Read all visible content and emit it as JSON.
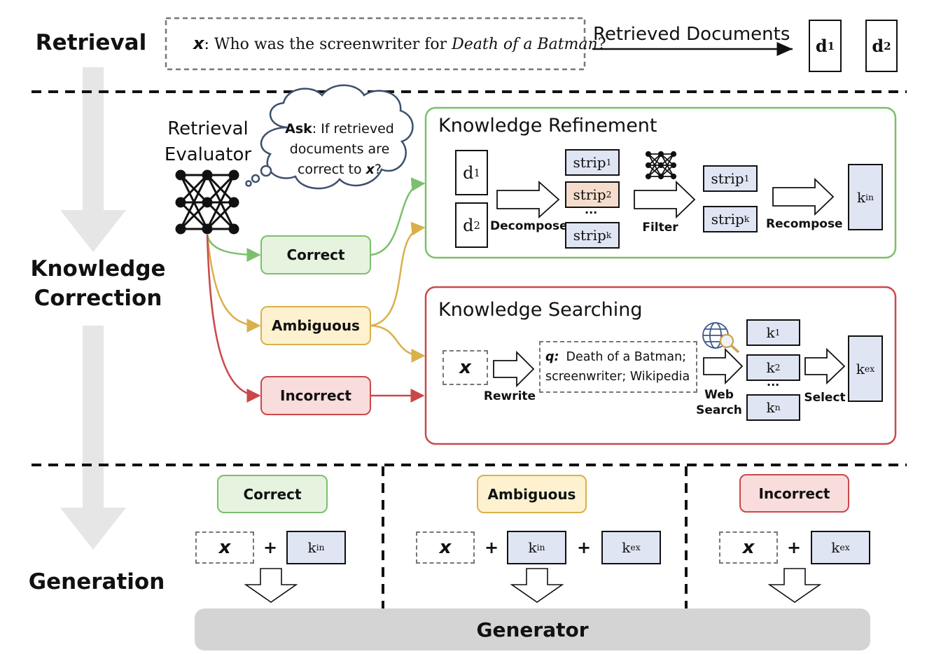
{
  "sections": {
    "retrieval": "Retrieval",
    "knowledge_correction": [
      "Knowledge",
      "Correction"
    ],
    "generation": "Generation"
  },
  "query": {
    "var": "x",
    "prefix": ": Who was the screenwriter for ",
    "title": "Death of a Batman",
    "suffix": "?"
  },
  "retrieved_documents_label": "Retrieved Documents",
  "docs": [
    {
      "base": "d",
      "sub": "1"
    },
    {
      "base": "d",
      "sub": "2"
    }
  ],
  "evaluator": {
    "label": [
      "Retrieval",
      "Evaluator"
    ],
    "thought": {
      "ask": "Ask",
      "line1_rest": ": If retrieved",
      "line2": "documents are",
      "line3_pre": "correct to ",
      "line3_var": "x",
      "line3_post": "?"
    }
  },
  "outcomes": {
    "correct": "Correct",
    "ambiguous": "Ambiguous",
    "incorrect": "Incorrect"
  },
  "refinement": {
    "title": "Knowledge Refinement",
    "decompose": "Decompose",
    "filter": "Filter",
    "recompose": "Recompose",
    "ellipsis": "...",
    "strip_base": "strip",
    "strips": [
      "1",
      "2",
      "k"
    ],
    "kept_strips": [
      "1",
      "k"
    ],
    "k_in": {
      "base": "k",
      "sub": "in"
    }
  },
  "searching": {
    "title": "Knowledge Searching",
    "x": "x",
    "rewrite": "Rewrite",
    "q_label": "q:",
    "q_line1": "Death of a Batman;",
    "q_line2": "screenwriter; Wikipedia",
    "web_search": [
      "Web",
      "Search"
    ],
    "select": "Select",
    "ellipsis": "...",
    "k_items": [
      {
        "base": "k",
        "sub": "1"
      },
      {
        "base": "k",
        "sub": "2"
      },
      {
        "base": "k",
        "sub": "n"
      }
    ],
    "k_ex": {
      "base": "k",
      "sub": "ex"
    }
  },
  "generation_columns": [
    {
      "label": "Correct",
      "inputs": [
        "x",
        "k_in"
      ]
    },
    {
      "label": "Ambiguous",
      "inputs": [
        "x",
        "k_in",
        "k_ex"
      ]
    },
    {
      "label": "Incorrect",
      "inputs": [
        "x",
        "k_ex"
      ]
    }
  ],
  "plus": "+",
  "generator": "Generator",
  "colors": {
    "green": "#7cbf6e",
    "gold": "#d9b14a",
    "red": "#c9494b",
    "k_fill": "#dfe5f3",
    "strip2_fill": "#f6dccc",
    "generator_fill": "#d4d4d4",
    "down_arrow": "#e6e6e6"
  }
}
